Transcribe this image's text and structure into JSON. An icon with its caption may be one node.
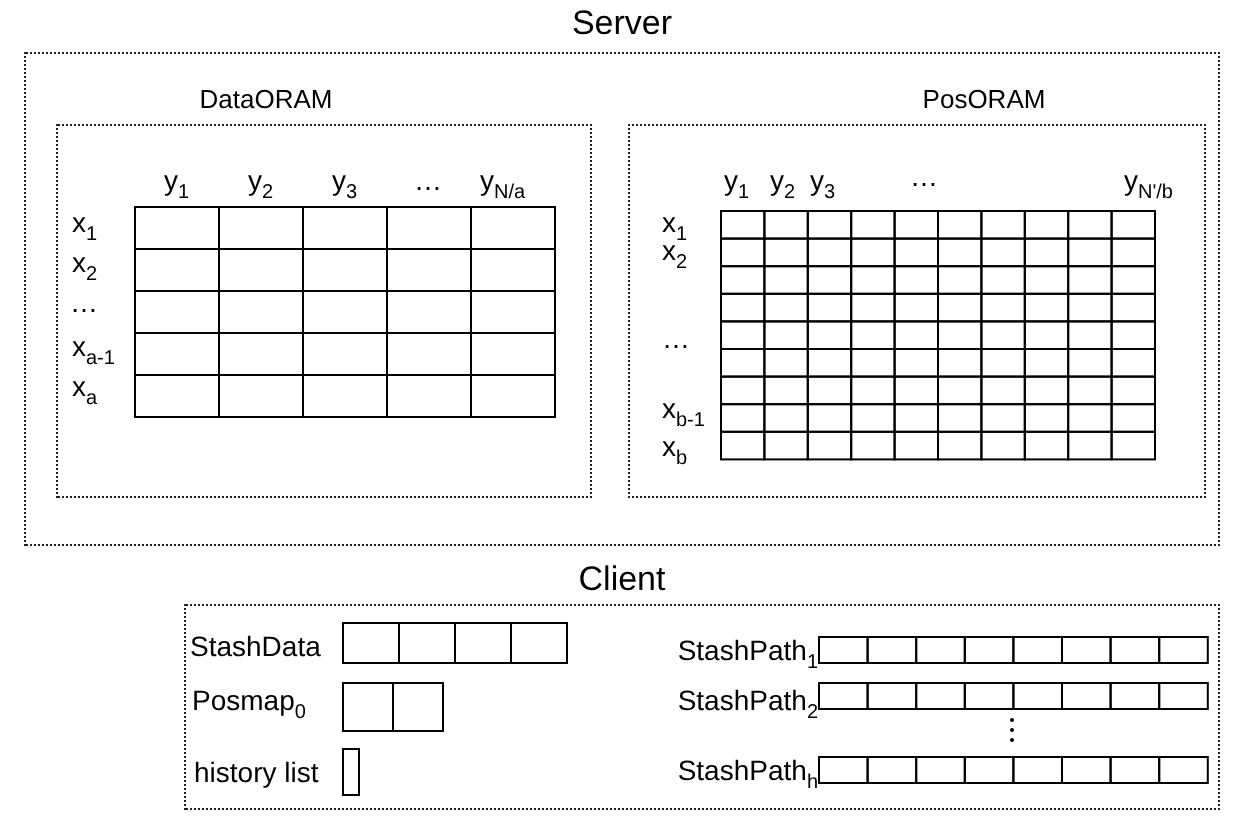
{
  "diagram": {
    "nodes": [
      {
        "text": [
          "Server"
        ]
      },
      {
        "text": [
          "DataORAM"
        ],
        "in": 0
      },
      {
        "text": [
          "PosORAM"
        ],
        "in": 0
      },
      {
        "text": [
          "Client"
        ]
      }
    ],
    "edges": [],
    "labels": [
      "y$_{1}$",
      "y$_{2}$",
      "y$_{3}$",
      "…",
      "y$_{N/a}$",
      "x$_{1}$",
      "x$_{2}$",
      "…",
      "x$_{a-1}$",
      "x$_{a}$",
      "y$_{1}$",
      "y$_{2}$",
      "y$_{3}$",
      "…",
      "y$_{N'/b}$",
      "x$_{1}$",
      "x$_{2}$",
      "…",
      "x$_{b-1}$",
      "x$_{b}$",
      "StashData",
      "Posmap$_{0}$",
      "history list",
      "StashPath$_{1}$",
      "StashPath$_{2}$",
      "StashPath$_{h}$"
    ]
  }
}
